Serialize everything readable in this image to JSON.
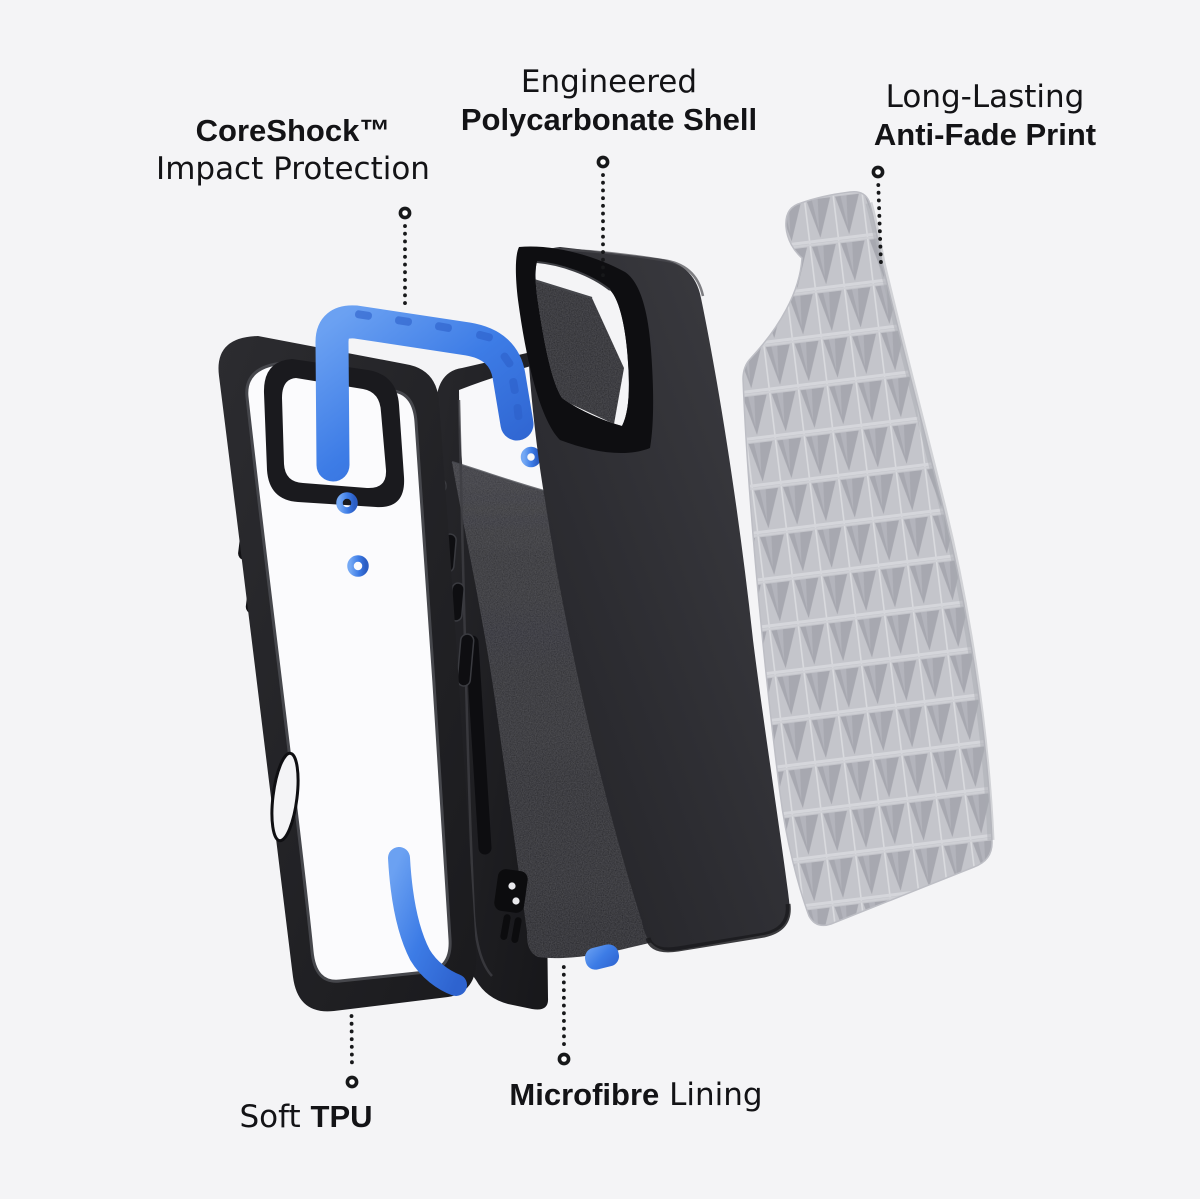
{
  "background": "#f4f4f6",
  "colors": {
    "accent_blue": "#3E7DE8",
    "case_black": "#232327",
    "microfibre_gray": "#2D2D31",
    "film_gray": "#C4C5CB",
    "text": "#131316"
  },
  "labels": {
    "coreshock": {
      "line1": "CoreShock™",
      "line2": "Impact Protection"
    },
    "polycarbonate": {
      "line1": "Engineered",
      "line2": "Polycarbonate Shell"
    },
    "antifade": {
      "line1": "Long-Lasting",
      "line2": "Anti-Fade Print"
    },
    "soft_tpu": {
      "prefix": "Soft ",
      "bold": "TPU"
    },
    "microfibre": {
      "bold": "Microfibre",
      "suffix": " Lining"
    }
  }
}
